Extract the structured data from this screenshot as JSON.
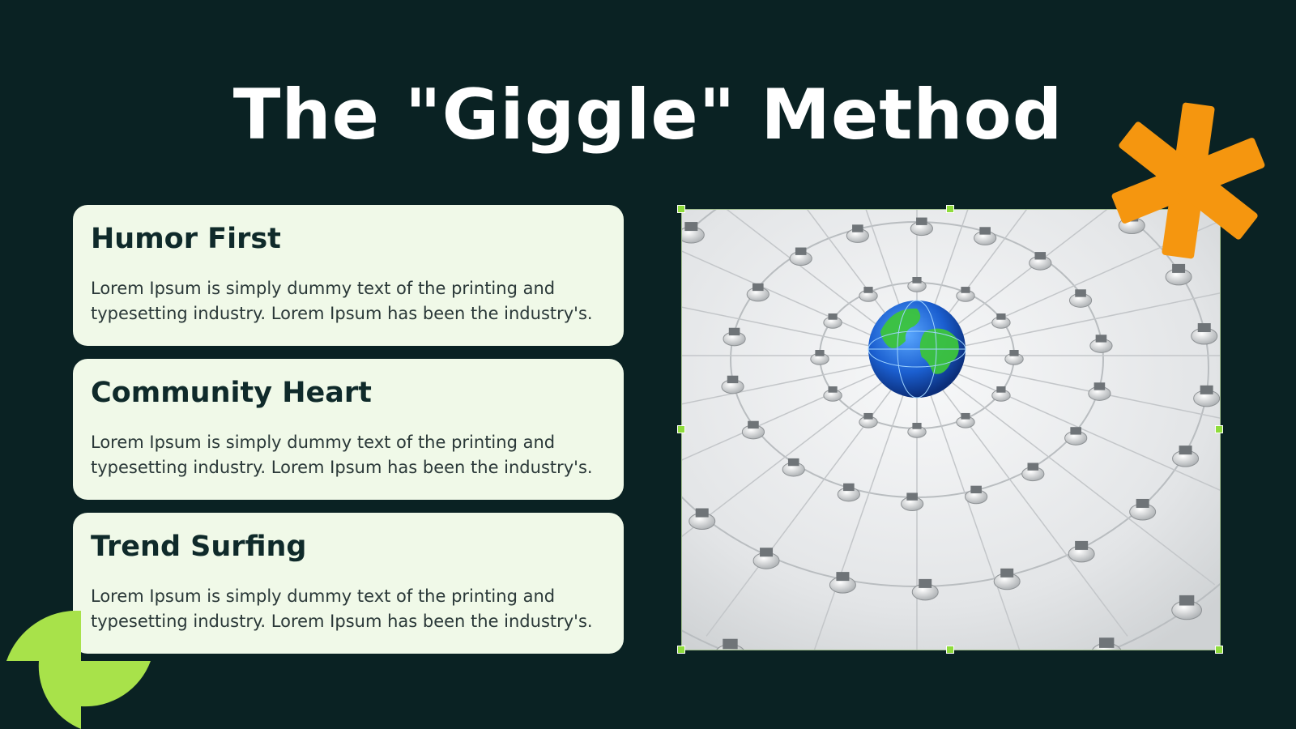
{
  "slide": {
    "title": "The \"Giggle\" Method",
    "cards": [
      {
        "heading": "Humor First",
        "body_line1": "Lorem Ipsum is simply dummy text of the printing and",
        "body_line2": "typesetting industry. Lorem Ipsum has been the industry's."
      },
      {
        "heading": "Community Heart",
        "body_line1": "Lorem Ipsum is simply dummy text of the printing and",
        "body_line2": "typesetting industry. Lorem Ipsum has been the industry's."
      },
      {
        "heading": "Trend Surfing",
        "body_line1": "Lorem Ipsum is simply dummy text of the printing and",
        "body_line2": "typesetting industry. Lorem Ipsum has been the industry's."
      }
    ]
  },
  "image": {
    "subject": "globe-network-photo",
    "selected": true
  },
  "colors": {
    "background": "#0a2223",
    "card": "#f0f9e8",
    "accent_orange": "#f5960f",
    "accent_green": "#a8e24a",
    "selection_handle": "#8fdc3c"
  }
}
